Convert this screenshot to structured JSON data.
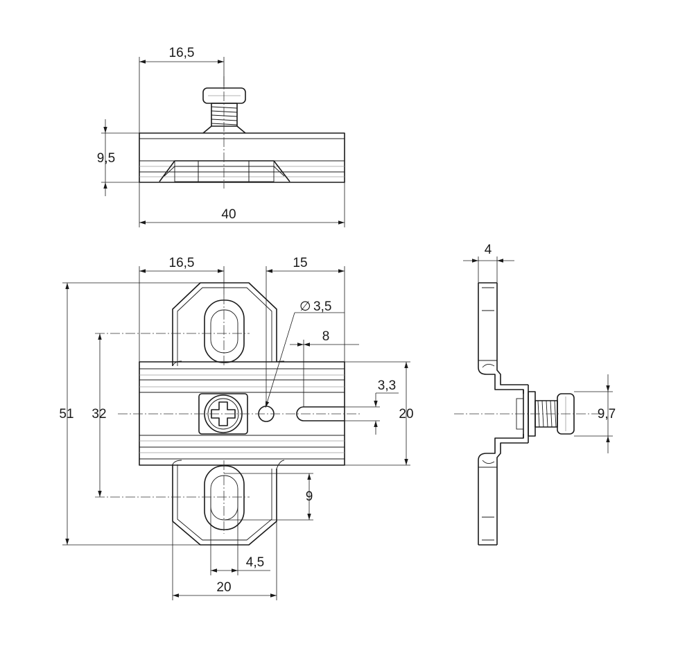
{
  "top_view": {
    "dimensions": {
      "offset": "16,5",
      "height": "9,5",
      "width": "40"
    }
  },
  "front_view": {
    "dimensions": {
      "offset": "16,5",
      "distance": "15",
      "hole_diameter_symbol": "∅",
      "hole_diameter": "3,5",
      "slot_distance": "8",
      "slot_width": "3,3",
      "overall_height": "51",
      "hole_spacing": "32",
      "plate_height": "20",
      "slot_length": "9",
      "slot_width_lower": "4,5",
      "base_width": "20"
    }
  },
  "side_view": {
    "dimensions": {
      "thickness": "4",
      "screw_height": "9,7"
    }
  }
}
